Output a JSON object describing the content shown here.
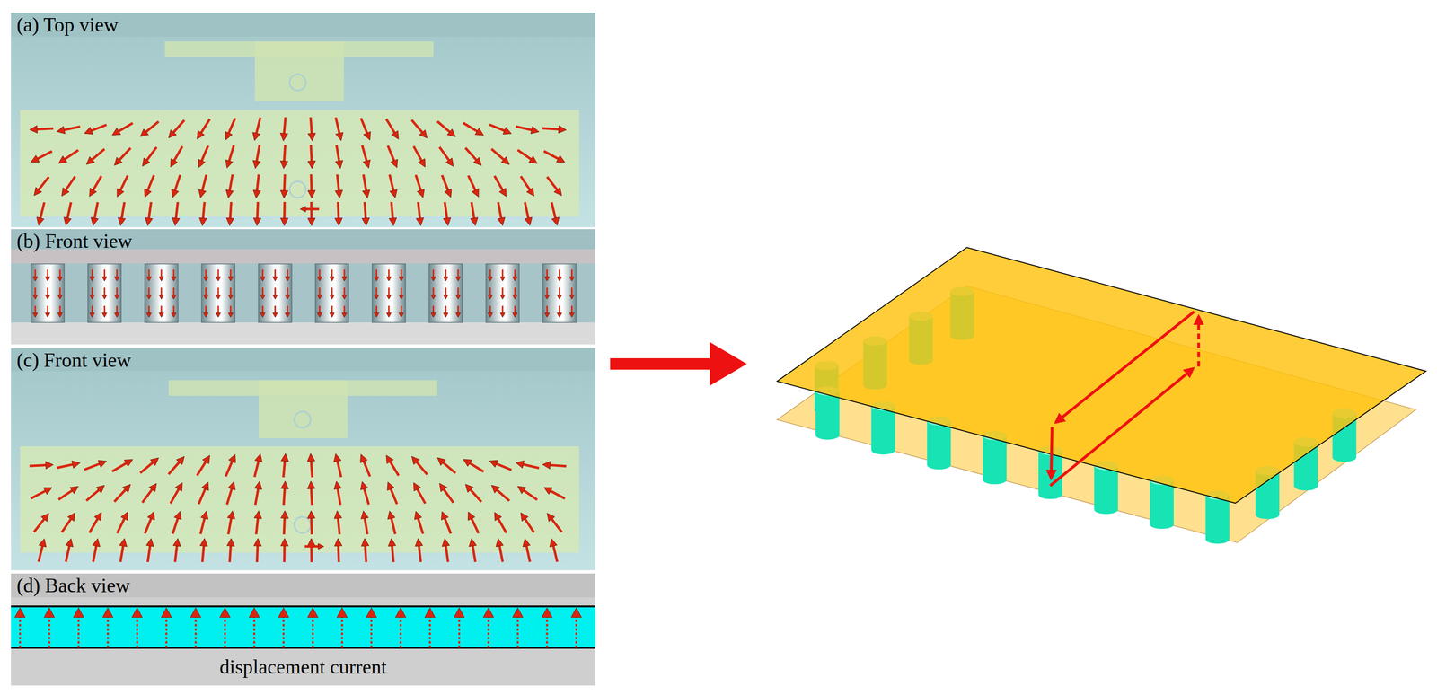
{
  "diagram": {
    "nodes": [
      {
        "text": [
          "(a) Top view"
        ]
      },
      {
        "text": [
          "(b) Front view"
        ]
      },
      {
        "text": [
          "(c) Front view"
        ]
      },
      {
        "text": [
          "(d) Back view",
          "displacement current"
        ]
      }
    ]
  }
}
